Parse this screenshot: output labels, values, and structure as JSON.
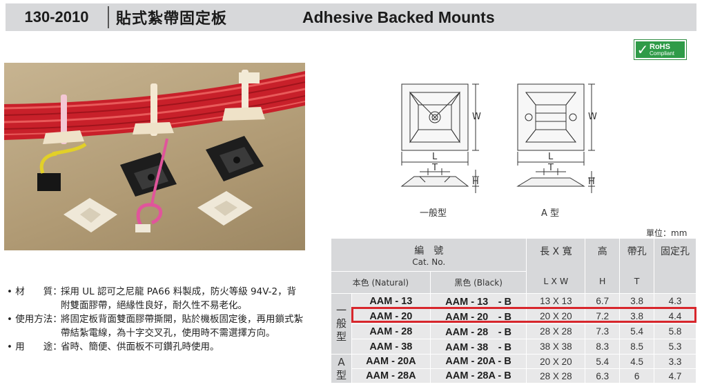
{
  "header": {
    "code": "130-2010",
    "title_cn": "貼式紮帶固定板",
    "title_en": "Adhesive Backed Mounts"
  },
  "badge": {
    "main": "RoHS",
    "sub": "Compliant",
    "color": "#2f9b48"
  },
  "specs": [
    {
      "key": "• 材　　質：",
      "value": "採用 UL 認可之尼龍 PA66 料製成，防火等級 94V-2，背附雙面膠帶，絕緣性良好，耐久性不易老化。"
    },
    {
      "key": "• 使用方法：",
      "value": "將固定板背面雙面膠帶撕開，貼於機板固定後，再用鎖式紮帶結紮電線，為十字交叉孔，使用時不需選擇方向。"
    },
    {
      "key": "• 用　　途：",
      "value": "省時、簡便、供面板不可鑽孔時使用。"
    }
  ],
  "diagrams": {
    "general_label": "一般型",
    "a_label": "A 型",
    "dim_w": "W",
    "dim_l": "L",
    "dim_t": "T",
    "dim_h": "H"
  },
  "unit": "單位：mm",
  "table": {
    "header_cat": "編　號",
    "header_cat_en": "Cat. No.",
    "header_size": "長 X 寬",
    "header_height": "高",
    "header_hole": "帶孔",
    "header_fix": "固定孔",
    "sub_natural": "本色 (Natural)",
    "sub_black": "黑色 (Black)",
    "sub_lw": "L X W",
    "sub_h": "H",
    "sub_t": "T",
    "group_general": [
      "一",
      "般",
      "型"
    ],
    "group_a": [
      "A",
      "型"
    ],
    "rows": [
      {
        "natural": "AAM - 13",
        "black": "AAM - 13　- B",
        "size": "13 X 13",
        "h": "6.7",
        "t": "3.8",
        "fix": "4.3"
      },
      {
        "natural": "AAM - 20",
        "black": "AAM - 20　- B",
        "size": "20 X 20",
        "h": "7.2",
        "t": "3.8",
        "fix": "4.4"
      },
      {
        "natural": "AAM - 28",
        "black": "AAM - 28　- B",
        "size": "28 X 28",
        "h": "7.3",
        "t": "5.4",
        "fix": "5.8"
      },
      {
        "natural": "AAM - 38",
        "black": "AAM - 38　- B",
        "size": "38 X 38",
        "h": "8.3",
        "t": "8.5",
        "fix": "5.3"
      },
      {
        "natural": "AAM - 20A",
        "black": "AAM - 20A - B",
        "size": "20 X 20",
        "h": "5.4",
        "t": "4.5",
        "fix": "3.3"
      },
      {
        "natural": "AAM - 28A",
        "black": "AAM - 28A - B",
        "size": "28 X 28",
        "h": "6.3",
        "t": "6",
        "fix": "4.7"
      }
    ],
    "highlight_color": "#d8262c"
  }
}
